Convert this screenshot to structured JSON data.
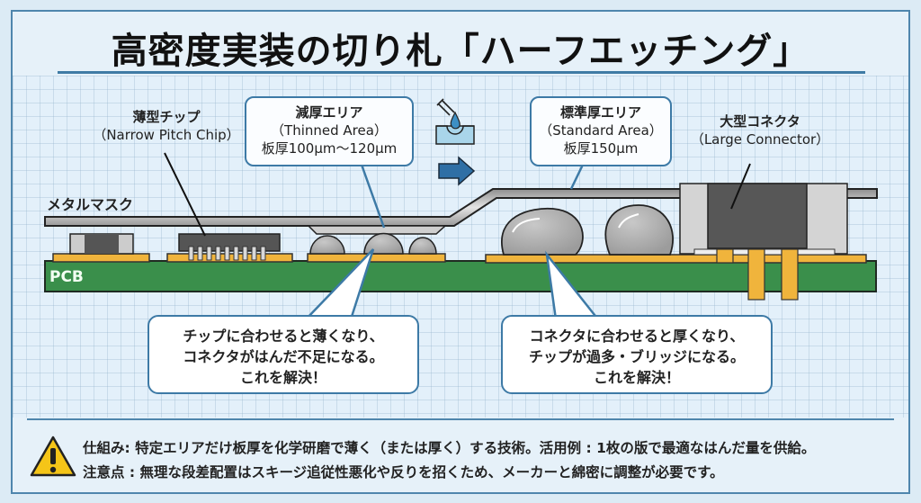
{
  "title": "高密度実装の切り札「ハーフエッチング」",
  "labels": {
    "thin_chip": [
      "薄型チップ",
      "（Narrow Pitch Chip）"
    ],
    "metal_mask": "メタルマスク",
    "pcb": "PCB",
    "large_connector": [
      "大型コネクタ",
      "（Large Connector）"
    ]
  },
  "callouts": {
    "thinned_area": [
      "減厚エリア",
      "（Thinned Area）",
      "板厚100μm〜120μm"
    ],
    "standard_area": [
      "標準厚エリア",
      "（Standard Area）",
      "板厚150μm"
    ]
  },
  "bubbles": {
    "left": [
      "チップに合わせると薄くなり、",
      "コネクタがはんだ不足になる。",
      "これを解決！"
    ],
    "right": [
      "コネクタに合わせると厚くなり、",
      "チップが過多・ブリッジになる。",
      "これを解決！"
    ]
  },
  "icons": {
    "etching": "etching-drop-icon",
    "arrow": "right-arrow-icon",
    "warning": "warning-icon"
  },
  "footer": {
    "line1": "仕組み: 特定エリアだけ板厚を化学研磨で薄く（または厚く）する技術。活用例 : 1枚の版で最適なはんだ量を供給。",
    "line2": "注意点 : 無理な段差配置はスキージ追従性悪化や反りを招くため、メーカーと綿密に調整が必要です。"
  },
  "colors": {
    "accent": "#3d7aa6",
    "pcb": "#3a8f4b",
    "pad": "#f0b43c",
    "solder": "#a9a9a9",
    "warning": "#f5c518"
  }
}
